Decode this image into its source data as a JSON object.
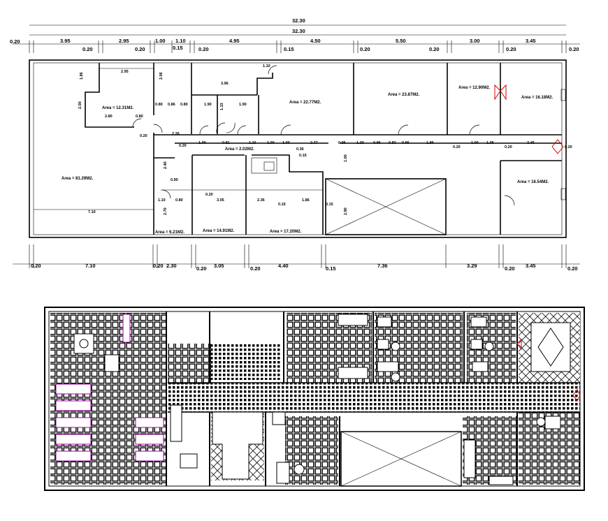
{
  "plan": {
    "top_dims": {
      "overall_1": "32.30",
      "overall_2": "32.30",
      "segments": [
        "0.20",
        "3.95",
        "0.20",
        "2.95",
        "0.20",
        "1.00",
        "0.15",
        "1.10",
        "0.20",
        "4.95",
        "0.15",
        "4.50",
        "0.20",
        "5.50",
        "0.20",
        "3.00",
        "0.20",
        "3.45",
        "0.20"
      ]
    },
    "bottom_dims": [
      "0.20",
      "7.10",
      "0.20",
      "2.30",
      "0.20",
      "3.05",
      "0.20",
      "4.40",
      "0.15",
      "7.36",
      "3.29",
      "0.20",
      "3.45",
      "0.20"
    ],
    "areas": [
      {
        "label": "Area = 81.29M2."
      },
      {
        "label": "Area = 12.31M2."
      },
      {
        "label": "Area = 22.77M2."
      },
      {
        "label": "Area = 23.87M2."
      },
      {
        "label": "Area = 12.90M2."
      },
      {
        "label": "Area = 16.18M2."
      },
      {
        "label": "Area = 2.02M2."
      },
      {
        "label": "Area = 16.54M2."
      },
      {
        "label": "Area = 6.21M2."
      },
      {
        "label": "Area = 14.91M2."
      },
      {
        "label": "Area = 17.20M2."
      }
    ],
    "interior_dims": {
      "a": "2.95",
      "b": "1.86",
      "c": "2.00",
      "d": "2.80",
      "e": "0.80",
      "f": "0.20",
      "g": "2.06",
      "h": "0.80",
      "i": "0.86",
      "j": "0.80",
      "k": "3.96",
      "l": "1.10",
      "m": "1.90",
      "n": "1.90",
      "o": "1.33",
      "p": "2.26",
      "q": "0.20",
      "r": "1.00",
      "s": "0.81",
      "t": "1.16",
      "u": "1.00",
      "v": "1.00",
      "w": "2.37",
      "x": "0.96",
      "y": "1.20",
      "z": "0.96",
      "aa": "0.83",
      "ab": "0.96",
      "ac": "1.86",
      "ad": "0.20",
      "ae": "1.00",
      "af": "1.06",
      "ag": "0.20",
      "ah": "3.45",
      "ai": "0.20",
      "aj": "0.36",
      "ak": "0.15",
      "al": "7.10",
      "am": "0.90",
      "an": "1.10",
      "ao": "0.80",
      "ap": "3.05",
      "aq": "0.20",
      "ar": "2.36",
      "as": "0.15",
      "at": "1.86",
      "au": "0.15",
      "av": "2.90",
      "aw": "1.00",
      "ax": "2.40",
      "ay": "2.70"
    }
  }
}
